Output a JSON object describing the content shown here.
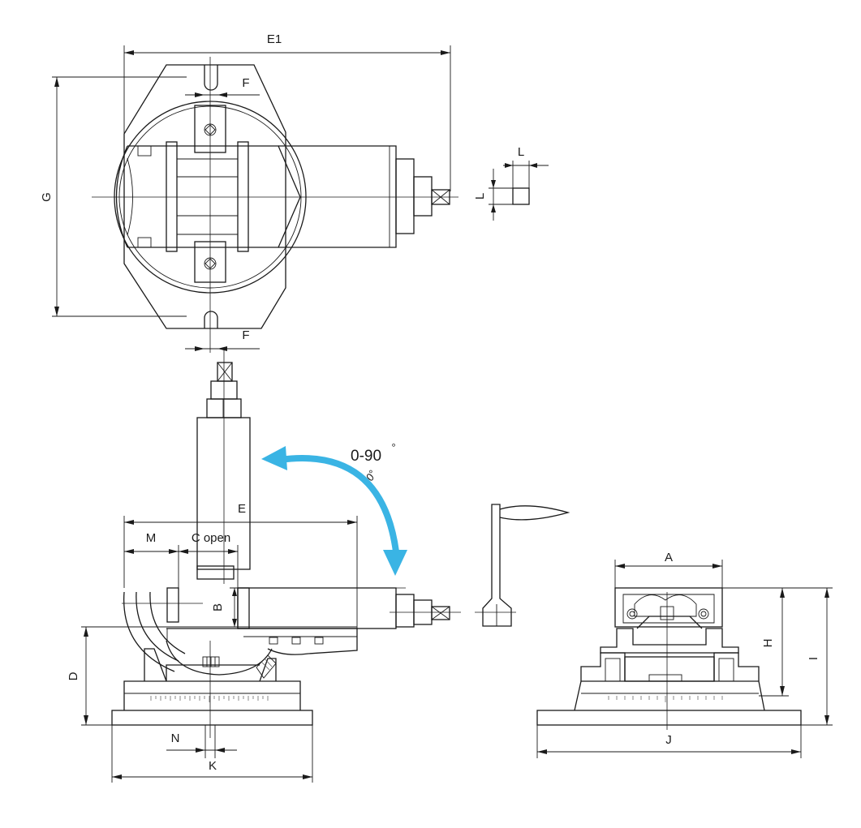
{
  "labels": {
    "E1": "E1",
    "F_top": "F",
    "F_bottom": "F",
    "G": "G",
    "L_h": "L",
    "L_v": "L",
    "E": "E",
    "M": "M",
    "C_open": "C open",
    "B": "B",
    "D": "D",
    "N": "N",
    "K": "K",
    "A": "A",
    "H": "H",
    "I": "I",
    "J": "J"
  },
  "tilt": {
    "range": "0-90",
    "degree_symbol": "°",
    "zero_mark": "0°"
  },
  "colors": {
    "line": "#1a1a1a",
    "tilt_arrow": "#3ab4e4"
  }
}
